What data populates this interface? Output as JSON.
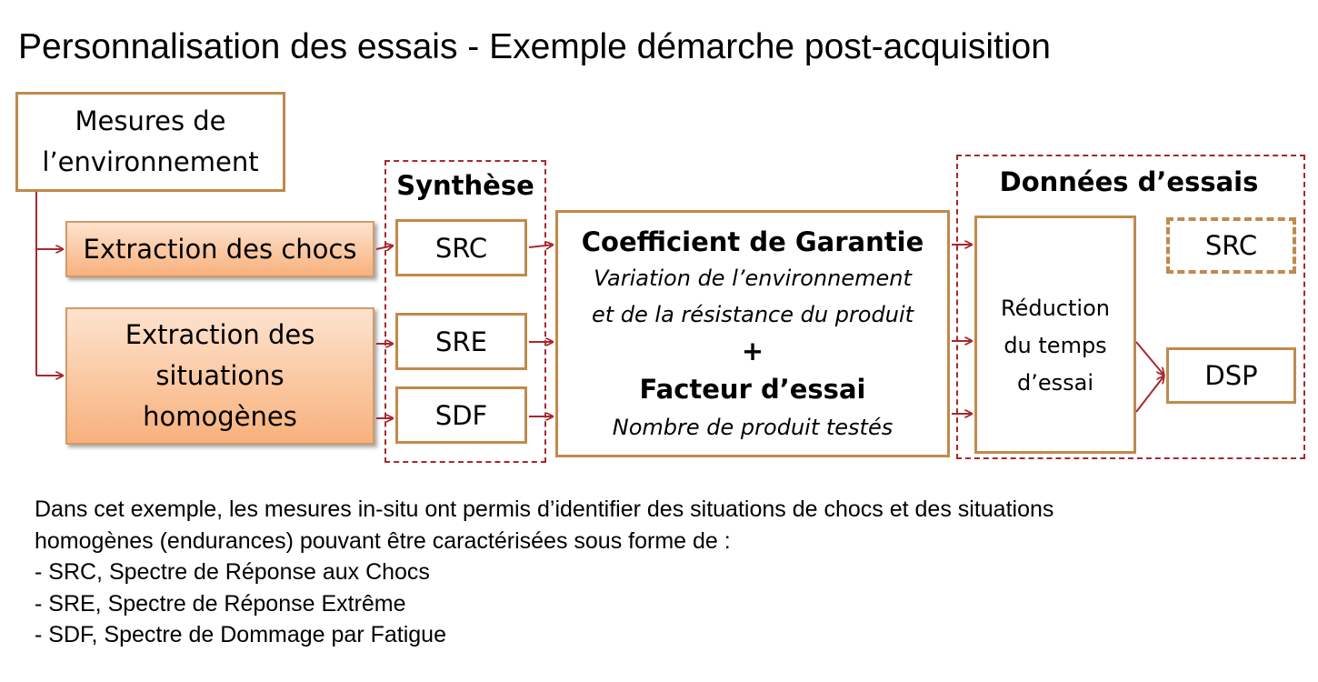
{
  "title": "Personnalisation des essais - Exemple démarche post-acquisition",
  "colors": {
    "box_border": "#c08a4c",
    "arrow": "#a8282f",
    "orange_fill_top": "#fde3cf",
    "orange_fill_bottom": "#f8b17c"
  },
  "diagram": {
    "mesures": [
      "Mesures de",
      "l’environnement"
    ],
    "extraction_chocs": "Extraction des chocs",
    "extraction_situations": [
      "Extraction des",
      "situations",
      "homogènes"
    ],
    "synthese": {
      "label": "Synthèse",
      "src": "SRC",
      "sre": "SRE",
      "sdf": "SDF"
    },
    "coefficient": {
      "title": "Coefficient de Garantie",
      "line1": "Variation de l’environnement",
      "line2": "et de la résistance du produit",
      "plus": "+",
      "facteur": "Facteur d’essai",
      "nombre": "Nombre de produit testés"
    },
    "donnees": {
      "label": "Données d’essais",
      "reduction": [
        "Réduction",
        "du temps",
        "d’essai"
      ],
      "src": "SRC",
      "dsp": "DSP"
    }
  },
  "notes": [
    "Dans cet exemple, les mesures in-situ ont permis d’identifier des situations de chocs et des situations",
    "homogènes (endurances) pouvant être caractérisées sous forme de :",
    "- SRC, Spectre de Réponse aux Chocs",
    "- SRE, Spectre de Réponse Extrême",
    "- SDF, Spectre de Dommage par Fatigue"
  ]
}
